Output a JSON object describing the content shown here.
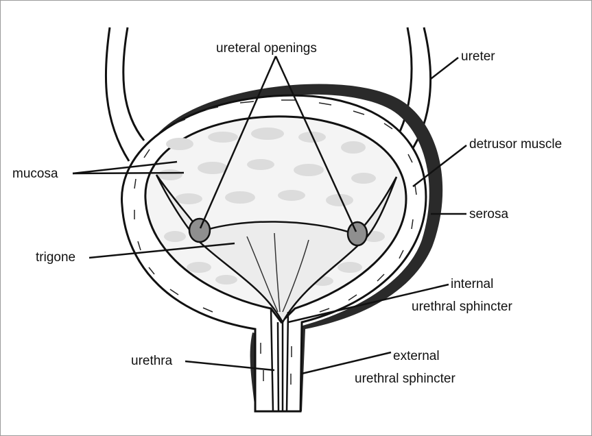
{
  "diagram": {
    "labels": {
      "ureteral_openings": "ureteral openings",
      "ureter": "ureter",
      "detrusor_muscle": "detrusor muscle",
      "mucosa": "mucosa",
      "serosa": "serosa",
      "trigone": "trigone",
      "internal_sphincter_line1": "internal",
      "internal_sphincter_line2": "urethral sphincter",
      "urethra": "urethra",
      "external_sphincter_line1": "external",
      "external_sphincter_line2": "urethral sphincter"
    },
    "colors": {
      "serosa": "#2a2a2a",
      "mucosa_fill": "#f4f4f4",
      "mucosa_fold": "#dcdcdc",
      "trigone_fill": "#ececec",
      "ureteral_opening_fill": "#8f8f8f",
      "outline": "#111111"
    }
  }
}
